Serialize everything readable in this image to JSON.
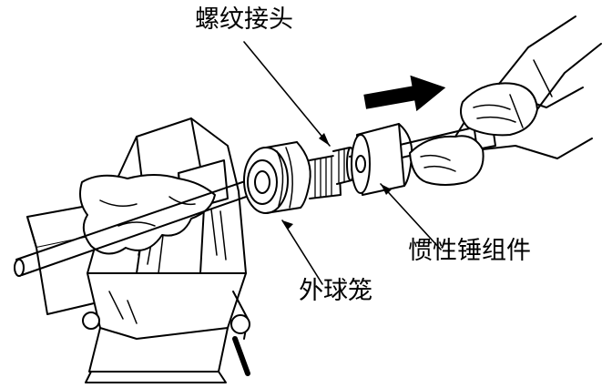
{
  "labels": {
    "threaded_adapter": "螺纹接头",
    "inertia_hammer_assembly": "惯性锤组件",
    "outer_ball_cage": "外球笼"
  },
  "colors": {
    "ink": "#000000",
    "paper": "#ffffff",
    "arrow_fill": "#000000"
  },
  "icons": {
    "direction": "pull-arrow-right"
  }
}
